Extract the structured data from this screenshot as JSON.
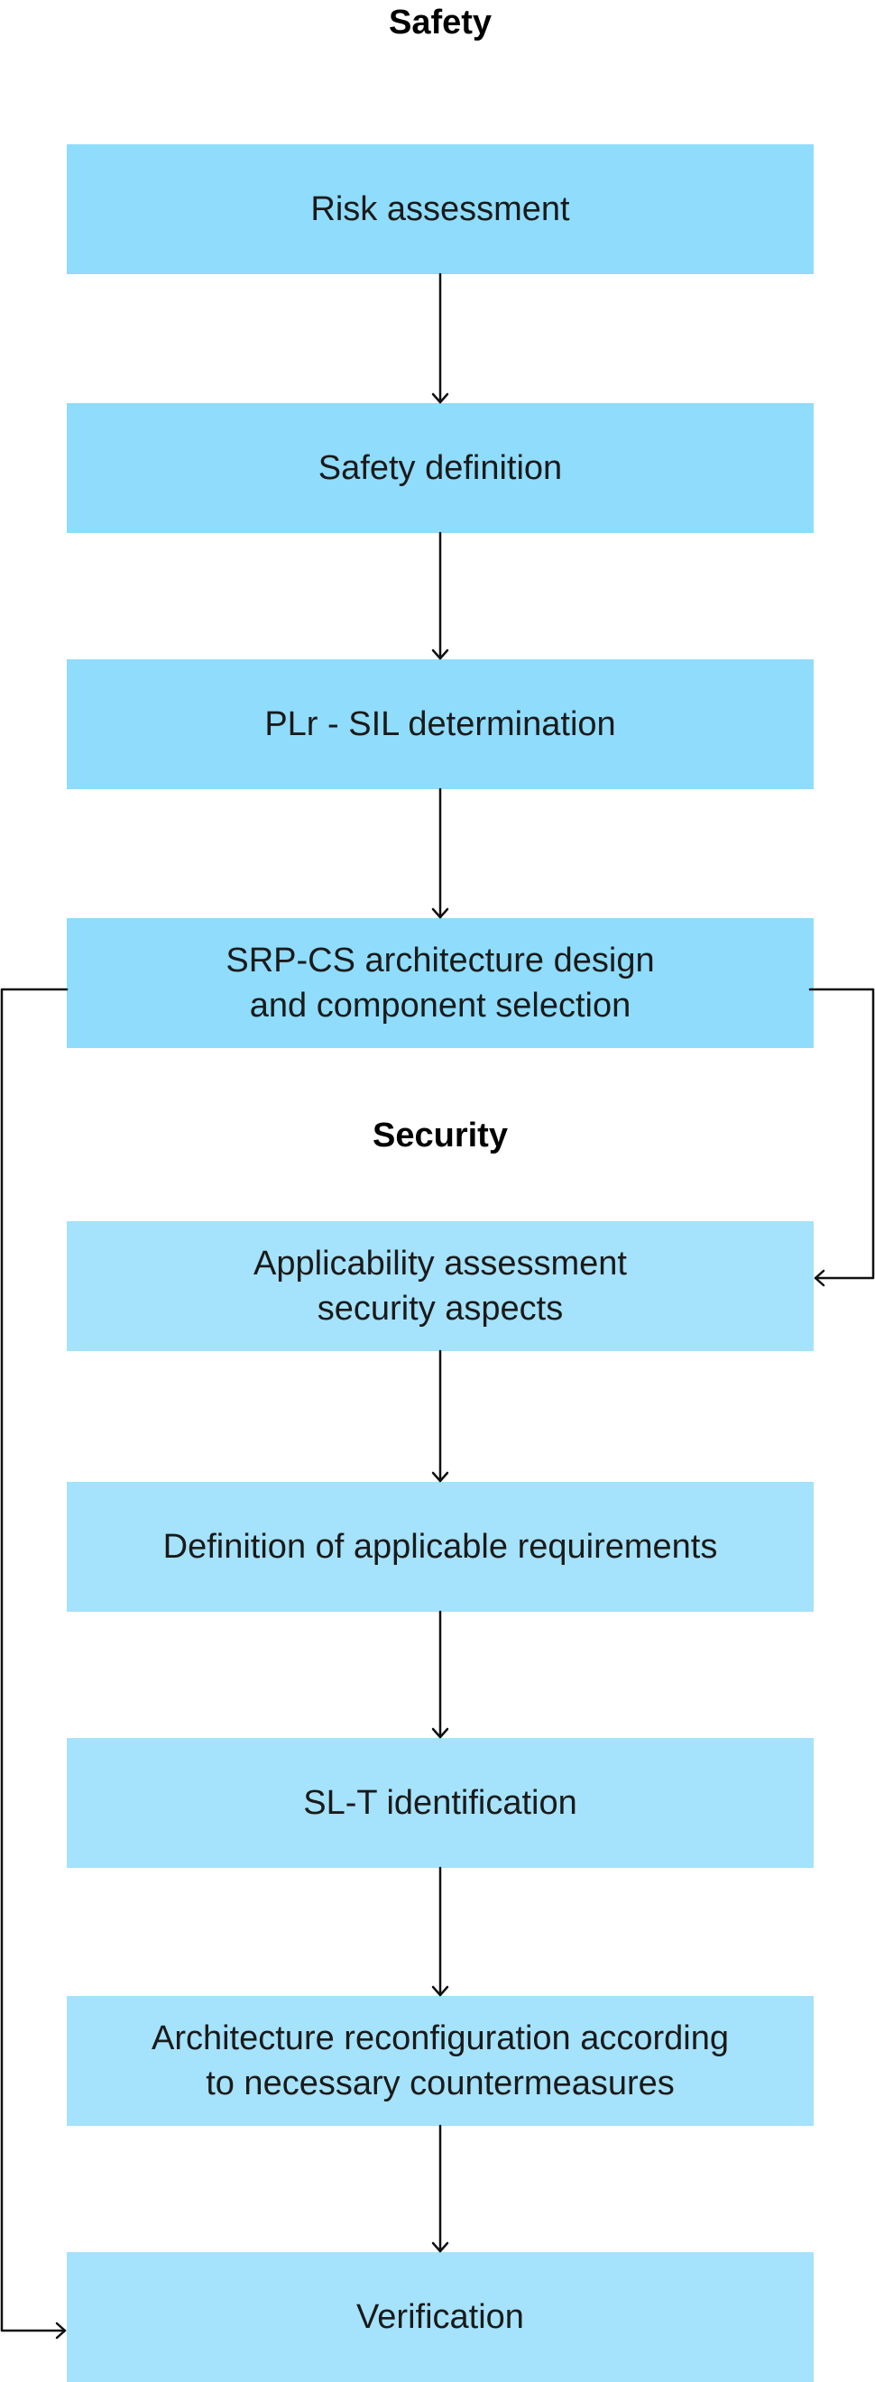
{
  "sections": {
    "safety": {
      "title": "Safety"
    },
    "security": {
      "title": "Security"
    }
  },
  "steps": [
    {
      "id": "risk-assessment",
      "label": "Risk assessment",
      "section": "safety"
    },
    {
      "id": "safety-definition",
      "label": "Safety definition",
      "section": "safety"
    },
    {
      "id": "plr-sil-determination",
      "label": "PLr - SIL determination",
      "section": "safety"
    },
    {
      "id": "srp-cs-architecture",
      "label": "SRP-CS architecture design\nand component selection",
      "section": "safety"
    },
    {
      "id": "applicability-assessment",
      "label": "Applicability assessment\nsecurity aspects",
      "section": "security"
    },
    {
      "id": "definition-requirements",
      "label": "Definition of applicable requirements",
      "section": "security"
    },
    {
      "id": "sl-t-identification",
      "label": "SL-T identification",
      "section": "security"
    },
    {
      "id": "architecture-reconfiguration",
      "label": "Architecture reconfiguration according\nto necessary countermeasures",
      "section": "security"
    },
    {
      "id": "verification",
      "label": "Verification",
      "section": "security"
    }
  ],
  "colors": {
    "safety_box": "#8fdcfc",
    "security_box": "#a5e2fb",
    "connector": "#111111"
  }
}
